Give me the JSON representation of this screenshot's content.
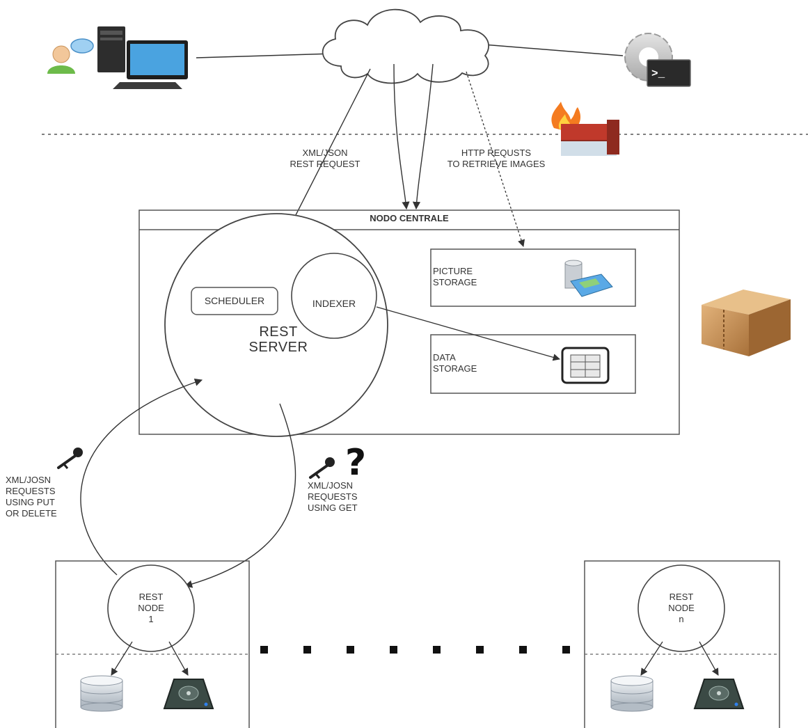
{
  "labels": {
    "xml_rest_request": "XML/JSON\nREST REQUEST",
    "http_requests": "HTTP REQUSTS\nTO RETRIEVE IMAGES",
    "nodo_centrale": "NODO CENTRALE",
    "picture_storage": "PICTURE\nSTORAGE",
    "data_storage": "DATA\nSTORAGE",
    "scheduler": "SCHEDULER",
    "indexer": "INDEXER",
    "rest_server": "REST\nSERVER",
    "put_delete_requests": "XML/JOSN\nREQUESTS\nUSING PUT\nOR DELETE",
    "get_requests": "XML/JOSN\nREQUESTS\nUSING GET",
    "rest_node_1": "REST\nNODE\n1",
    "rest_node_n": "REST\nNODE\nn"
  },
  "icons": {
    "client": "user-computer-icon",
    "terminal": "gear-terminal-icon",
    "firewall": "firewall-icon",
    "cloud": "cloud-icon",
    "package": "package-box-icon",
    "picture_db": "database-picture-icon",
    "data_table": "data-table-icon",
    "key": "key-icon",
    "question": "question-mark-icon",
    "database": "database-icon",
    "hard_drive": "hard-drive-icon"
  },
  "colors": {
    "line": "#333333",
    "firewall_red": "#c0392b",
    "box_brown": "#c8955a",
    "user_green": "#6dbb4a"
  }
}
